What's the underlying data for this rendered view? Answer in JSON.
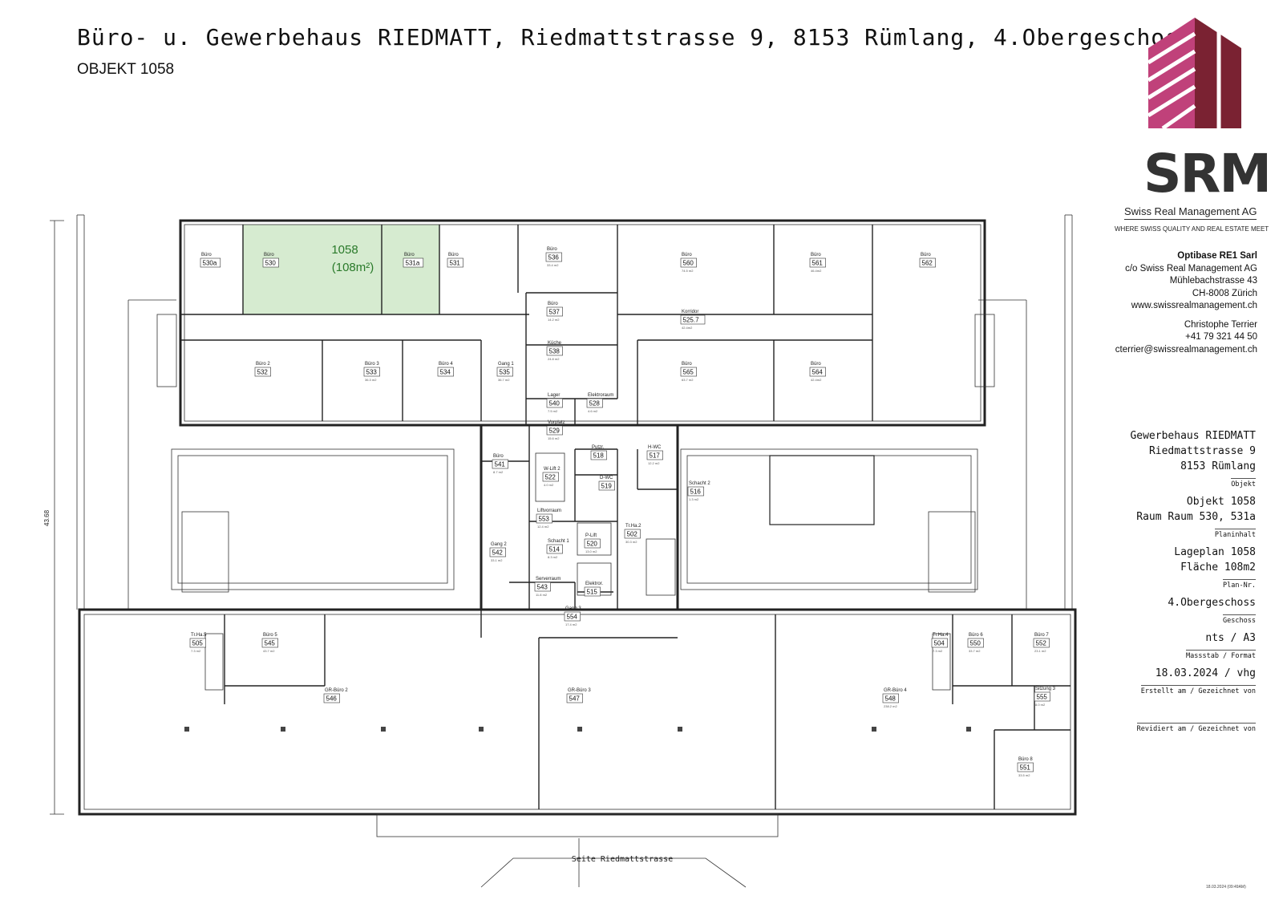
{
  "header": {
    "title": "Büro- u. Gewerbehaus RIEDMATT, Riedmattstrasse 9, 8153 Rümlang, 4.Obergeschoss",
    "subtitle": "OBJEKT 1058"
  },
  "logo": {
    "name": "SRM",
    "company": "Swiss Real Management AG",
    "tagline": "WHERE SWISS QUALITY AND REAL ESTATE MEET",
    "colors": {
      "primary": "#c0417a",
      "dark": "#7a2232"
    }
  },
  "contact": {
    "company": "Optibase RE1 Sarl",
    "co": "c/o Swiss Real Management AG",
    "street": "Mühlebachstrasse 43",
    "city": "CH-8008 Zürich",
    "web": "www.swissrealmanagement.ch",
    "person": "Christophe Terrier",
    "phone": "+41 79 321 44 50",
    "email": "cterrier@swissrealmanagement.ch"
  },
  "title_block": {
    "object_lines": [
      "Gewerbehaus RIEDMATT",
      "Riedmattstrasse 9",
      "8153 Rümlang"
    ],
    "object_label": "Objekt",
    "content_lines": [
      "Objekt 1058",
      "Raum Raum 530, 531a"
    ],
    "content_label": "Planinhalt",
    "plan_lines": [
      "Lageplan 1058",
      "Fläche 108m2"
    ],
    "plan_label": "Plan-Nr.",
    "floor": "4.Obergeschoss",
    "floor_label": "Geschoss",
    "scale": "nts / A3",
    "scale_label": "Massstab / Format",
    "created": "18.03.2024 / vhg",
    "created_label": "Erstellt am / Gezeichnet von",
    "revised_label": "Revidiert am / Gezeichnet von"
  },
  "plan": {
    "highlight_label": "1058",
    "highlight_area": "(108m²)",
    "highlight_color": "#d6ebd0",
    "dimension": "43.68",
    "street_label": "Seite Riedmattstrasse",
    "rooms": [
      {
        "label": "Büro",
        "number": "530a",
        "area": ""
      },
      {
        "label": "Büro",
        "number": "530",
        "area": ""
      },
      {
        "label": "Büro",
        "number": "531a",
        "area": ""
      },
      {
        "label": "Büro",
        "number": "531",
        "area": ""
      },
      {
        "label": "Büro",
        "number": "536",
        "area": "33.4 m2"
      },
      {
        "label": "Büro",
        "number": "560",
        "area": "74.5 m2"
      },
      {
        "label": "Büro",
        "number": "561",
        "area": "46.4m2"
      },
      {
        "label": "Büro",
        "number": "562",
        "area": ""
      },
      {
        "label": "Büro",
        "number": "537",
        "area": "14.2 m2"
      },
      {
        "label": "Korridor",
        "number": "525.7",
        "area": "42.4m2"
      },
      {
        "label": "Küche",
        "number": "538",
        "area": "24.8 m2"
      },
      {
        "label": "Büro 2",
        "number": "532",
        "area": ""
      },
      {
        "label": "Büro 3",
        "number": "533",
        "area": "36.3 m2"
      },
      {
        "label": "Büro 4",
        "number": "534",
        "area": ""
      },
      {
        "label": "Gang 1",
        "number": "535",
        "area": "36.7 m2"
      },
      {
        "label": "Büro",
        "number": "565",
        "area": "63.7 m2"
      },
      {
        "label": "Büro",
        "number": "564",
        "area": "42.4m2"
      },
      {
        "label": "Lager",
        "number": "540",
        "area": "7.5 m2"
      },
      {
        "label": "Elektroraum",
        "number": "528",
        "area": "4.6 m2"
      },
      {
        "label": "Vorplatz",
        "number": "529",
        "area": "15.6 m2"
      },
      {
        "label": "Putzr.",
        "number": "518",
        "area": ""
      },
      {
        "label": "H-WC",
        "number": "517",
        "area": "12.2 m2"
      },
      {
        "label": "Büro",
        "number": "541",
        "area": "8.7 m2"
      },
      {
        "label": "W-Lift 2",
        "number": "522",
        "area": "4.0 m2"
      },
      {
        "label": "D-WC",
        "number": "519",
        "area": ""
      },
      {
        "label": "Schacht 2",
        "number": "516",
        "area": "1.3 m2"
      },
      {
        "label": "Liftvorraum",
        "number": "553",
        "area": "12.4 m2"
      },
      {
        "label": "Schacht 1",
        "number": "514",
        "area": "8.3 m2"
      },
      {
        "label": "P-Lift",
        "number": "520",
        "area": "13.0 m2"
      },
      {
        "label": "Tr.Ha.2",
        "number": "502",
        "area": "30.3 m2"
      },
      {
        "label": "Gang 2",
        "number": "542",
        "area": "33.1 m2"
      },
      {
        "label": "Serverraum",
        "number": "543",
        "area": "11.8 m2"
      },
      {
        "label": "Elektror.",
        "number": "515",
        "area": ""
      },
      {
        "label": "Gang 3",
        "number": "554",
        "area": "17.4 m2"
      },
      {
        "label": "Tr.Ha.5",
        "number": "505",
        "area": "7.3 m2"
      },
      {
        "label": "Büro 5",
        "number": "545",
        "area": "43.7 m2"
      },
      {
        "label": "GR-Büro 2",
        "number": "546",
        "area": ""
      },
      {
        "label": "GR-Büro 3",
        "number": "547",
        "area": ""
      },
      {
        "label": "GR-Büro 4",
        "number": "548",
        "area": "238.2 m2"
      },
      {
        "label": "Tr.Ha.4",
        "number": "504",
        "area": "7.3 m2"
      },
      {
        "label": "Büro 6",
        "number": "550",
        "area": "33.7 m2"
      },
      {
        "label": "Büro 7",
        "number": "552",
        "area": "23.1 m2"
      },
      {
        "label": "Sitzung 3",
        "number": "555",
        "area": "8.0 m2"
      },
      {
        "label": "Büro 8",
        "number": "551",
        "area": "33.5 m2"
      }
    ]
  },
  "footer_stamp": "18.03.2024  (09:49AM)"
}
